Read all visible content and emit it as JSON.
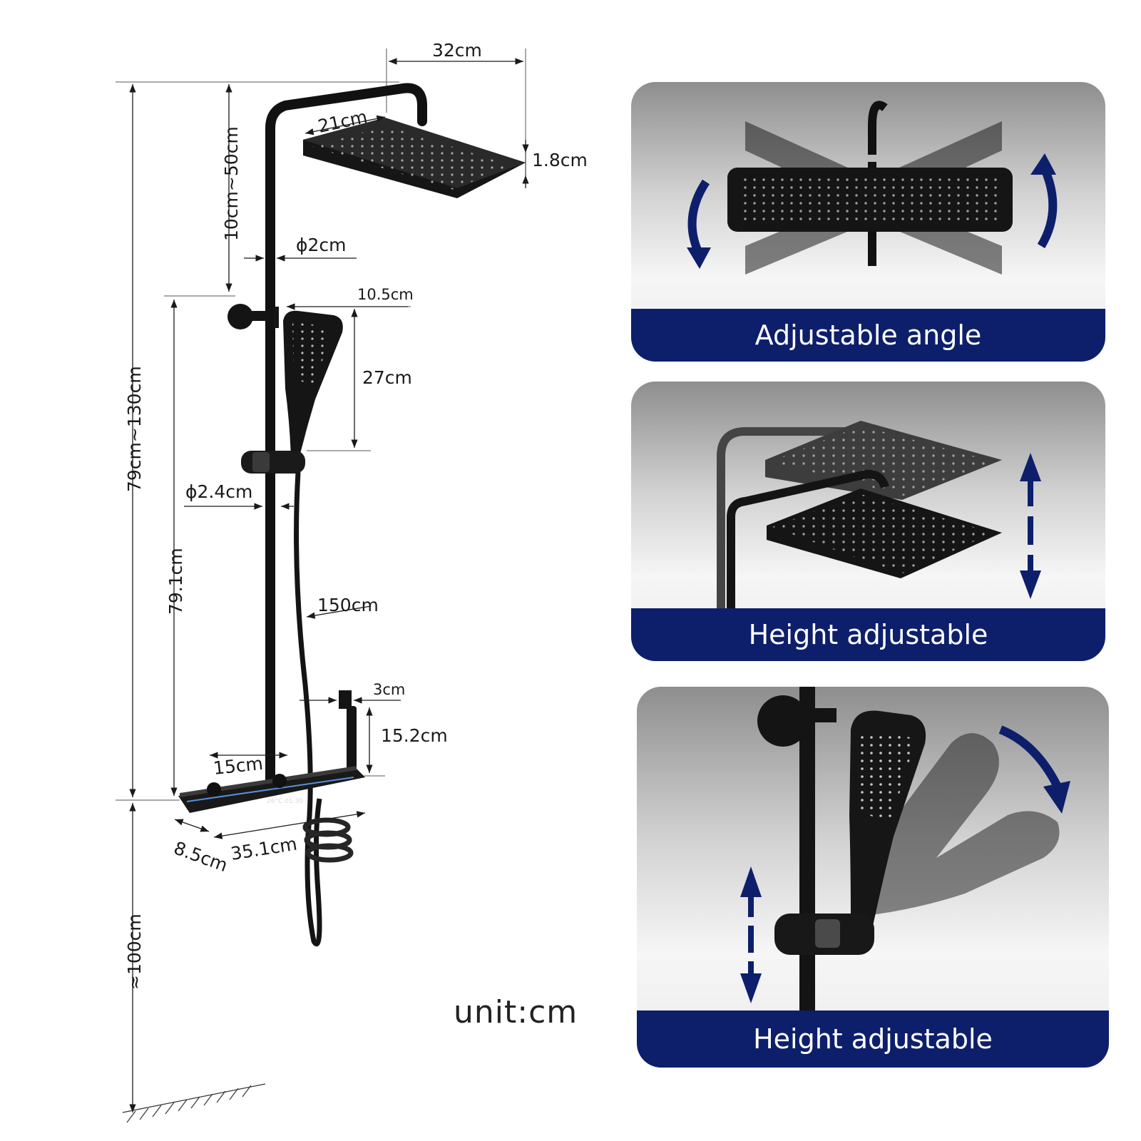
{
  "dimensions": {
    "overhead_arm_width": "32cm",
    "rain_head_width": "21cm",
    "rain_head_thickness": "1.8cm",
    "arm_height_range": "10cm~50cm",
    "upper_pipe_diameter": "ϕ2cm",
    "handheld_width": "10.5cm",
    "handheld_length": "27cm",
    "total_height_range": "79cm~130cm",
    "lower_pipe_diameter": "ϕ2.4cm",
    "lower_pipe_height": "79.1cm",
    "hose_length": "150cm",
    "bidet_sprayer_width": "3cm",
    "bidet_sprayer_height": "15.2cm",
    "shelf_inlet_spacing": "15cm",
    "shelf_depth": "8.5cm",
    "shelf_length": "35.1cm",
    "floor_height": "≈100cm"
  },
  "display_readout": "26°C 01:30",
  "unit_note": "unit:cm",
  "features": [
    {
      "label": "Adjustable angle"
    },
    {
      "label": "Height adjustable"
    },
    {
      "label": "Height adjustable"
    }
  ],
  "colors": {
    "banner": "#0d1f6b",
    "arrow": "#0d1f6b",
    "fixture": "#111111"
  }
}
